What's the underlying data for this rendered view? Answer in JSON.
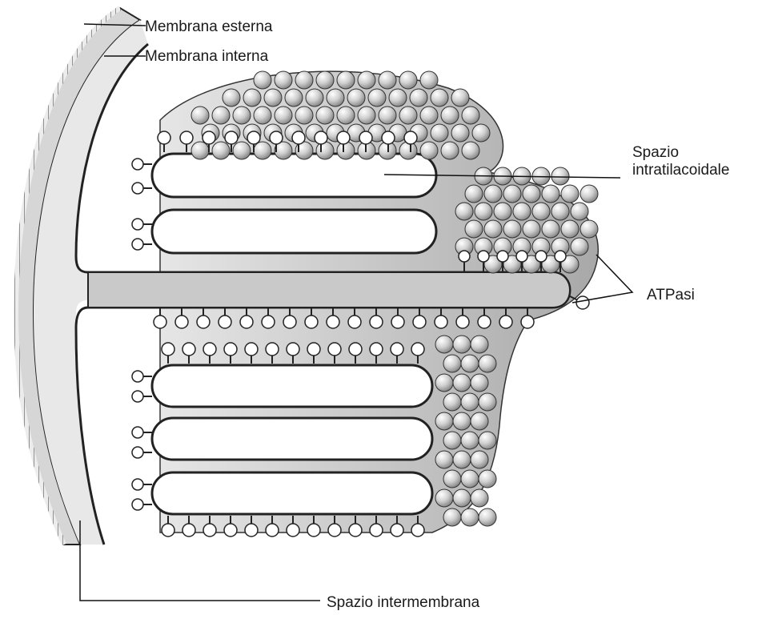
{
  "labels": {
    "membrana_esterna": "Membrana esterna",
    "membrana_interna": "Membrana interna",
    "spazio_intratilacoidale_line1": "Spazio",
    "spazio_intratilacoidale_line2": "intratilacoidale",
    "atpasi": "ATPasi",
    "spazio_intermembrana": "Spazio intermembrana"
  },
  "colors": {
    "membrane_stroke": "#2a2a2a",
    "membrane_fill": "#d9d9d9",
    "stroma_shade": "#bdbdbd",
    "atpase_sphere": "#cfcfcf",
    "background": "#ffffff"
  }
}
